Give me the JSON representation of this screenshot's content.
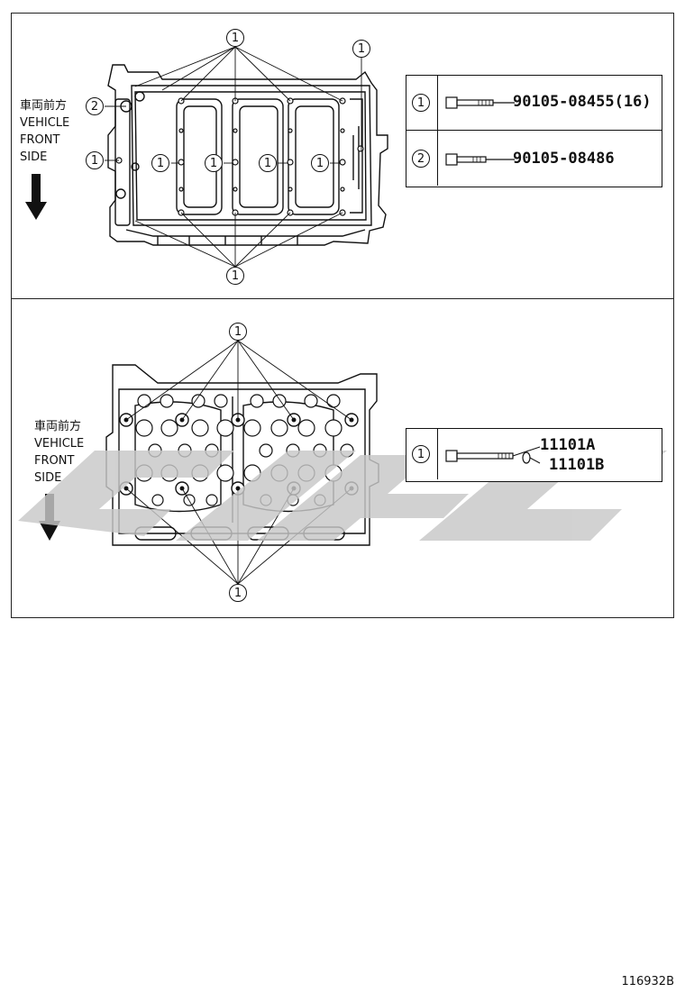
{
  "top_panel": {
    "front_label": {
      "japanese": "車両前方",
      "line1": "VEHICLE",
      "line2": "FRONT",
      "line3": "SIDE"
    },
    "callouts": {
      "one": "1",
      "two": "2"
    },
    "parts": [
      {
        "key": "1",
        "number": "90105-08455(16)"
      },
      {
        "key": "2",
        "number": "90105-08486"
      }
    ]
  },
  "bottom_panel": {
    "front_label": {
      "japanese": "車両前方",
      "line1": "VEHICLE",
      "line2": "FRONT",
      "line3": "SIDE"
    },
    "callouts": {
      "one": "1"
    },
    "parts": [
      {
        "key": "1",
        "number_a": "11101A",
        "number_b": "11101B"
      }
    ]
  },
  "image_code": "116932B",
  "watermark": {
    "description_icon": "gray-logo-watermark",
    "color": "#c8c8c8"
  }
}
